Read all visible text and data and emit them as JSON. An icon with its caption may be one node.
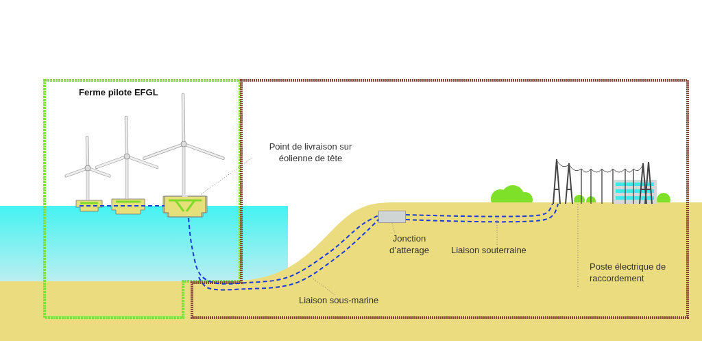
{
  "diagram": {
    "nodes": [
      {
        "text": [
          "Ferme pilote EFGL"
        ]
      },
      {
        "text": [],
        "shape": "box"
      },
      {
        "text": [
          "Point de livraison sur éolienne de tête"
        ],
        "in": 1
      },
      {
        "text": [],
        "shape": "picture",
        "in": 0
      },
      {
        "text": [
          "Jonction d’atterage"
        ],
        "in": 1
      },
      {
        "text": [],
        "shape": "box",
        "in": 1
      },
      {
        "text": [
          "Liaison souterraine"
        ],
        "in": 1
      },
      {
        "text": [
          "Liaison sous-marine"
        ],
        "in": 1
      },
      {
        "text": [
          "Poste électrique de raccordement"
        ],
        "in": 1
      },
      {
        "text": [],
        "shape": "picture",
        "in": 1
      }
    ],
    "edges": [
      {
        "from": 2,
        "to": 3,
        "arrow": "none"
      },
      {
        "from": 4,
        "to": 5,
        "arrow": "none"
      },
      {
        "from": 6,
        "to": null,
        "arrow": "none"
      },
      {
        "from": 7,
        "to": null,
        "arrow": "none"
      },
      {
        "from": 8,
        "to": 9,
        "arrow": "none"
      },
      {
        "from": 3,
        "to": 5,
        "arrow": "none",
        "style": "dashed",
        "color": "#1a3cd6"
      },
      {
        "from": 5,
        "to": 9,
        "arrow": "none",
        "style": "dashed",
        "color": "#1a3cd6"
      }
    ]
  }
}
